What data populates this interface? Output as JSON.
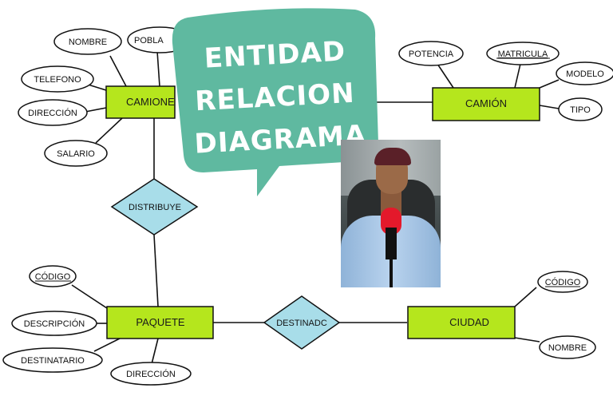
{
  "bubble": {
    "lines": [
      "ENTIDAD",
      "RELACION",
      "DIAGRAMA"
    ],
    "color": "#5fb9a0"
  },
  "colors": {
    "entity_fill": "#b5e61d",
    "relation_fill": "#a8dde9",
    "attr_fill": "#ffffff"
  },
  "entities": {
    "camiones": "CAMIONE",
    "camion": "CAMIÓN",
    "paquete": "PAQUETE",
    "ciudad": "CIUDAD"
  },
  "relations": {
    "distribuye": "DISTRIBUYE",
    "destinado": "DESTINADC"
  },
  "attributes": {
    "nombre_c": "NOMBRE",
    "poblacion": "POBLA",
    "telefono": "TELEFONO",
    "direccion_c": "DIRECCIÓN",
    "salario": "SALARIO",
    "potencia": "POTENCIA",
    "matricula": "MATRICULA",
    "modelo": "MODELO",
    "tipo": "TIPO",
    "codigo_p": "CÓDIGO",
    "descripcion": "DESCRIPCIÓN",
    "destinatario": "DESTINATARIO",
    "direccion_p": "DIRECCIÓN",
    "codigo_ciudad": "CÓDIGO",
    "nombre_ciudad": "NOMBRE"
  },
  "webcam": {
    "icon": "person-with-microphone"
  }
}
